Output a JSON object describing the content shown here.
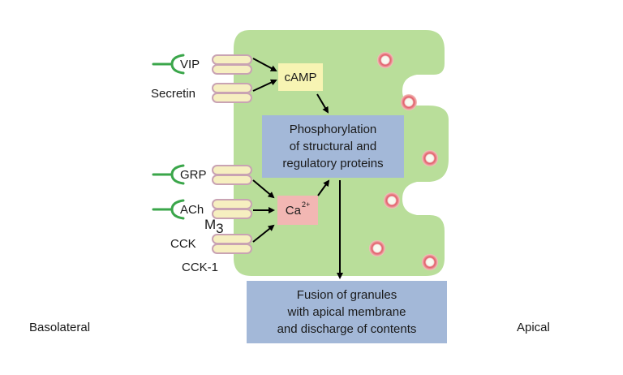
{
  "side_labels": {
    "basolateral": "Basolateral",
    "apical": "Apical"
  },
  "ligands": {
    "vip": "VIP",
    "secretin": "Secretin",
    "grp": "GRP",
    "ach": "ACh",
    "m3": "M",
    "m3_sub": "3",
    "cck": "CCK",
    "cck1": "CCK-1"
  },
  "messengers": {
    "camp": "cAMP",
    "ca": "Ca",
    "ca_charge": "2+"
  },
  "phosphorylation_lines": [
    "Phosphorylation",
    "of structural and",
    "regulatory proteins"
  ],
  "fusion_lines": [
    "Fusion of granules",
    "with apical membrane",
    "and discharge of contents"
  ],
  "colors": {
    "cell_fill": "#b9de9a",
    "receptor_fill": "#f6efc0",
    "receptor_stroke": "#c9a3b3",
    "ligand_green": "#3aa64a",
    "camp_box": "#f7f4b3",
    "ca_box": "#f2b7b3",
    "process_box": "#a3b8d8",
    "granule_core": "#f7f7ee",
    "granule_ring": "#e15a67",
    "arrow": "#000000"
  }
}
